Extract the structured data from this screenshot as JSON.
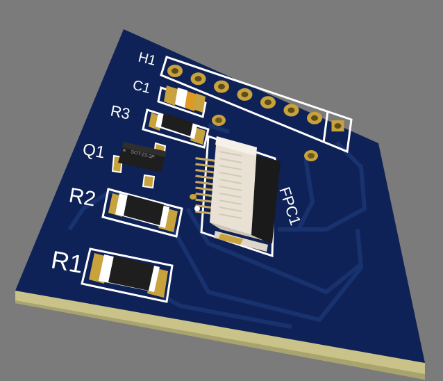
{
  "scene": {
    "description_label": "",
    "colors": {
      "background": "#7b7b7b",
      "board_top": "#0f2258",
      "board_edge": "#c9c38a",
      "silkscreen": "#ffffff",
      "copper_pad": "#c8a23c",
      "trace": "#1d3570",
      "connector_body": "#e9e2d4",
      "connector_dark": "#1a1a1a",
      "component_black": "#1e1e1e"
    }
  },
  "designators": {
    "h1": "H1",
    "c1": "C1",
    "r3": "R3",
    "q1": "Q1",
    "r2": "R2",
    "r1": "R1",
    "fpc1": "FPC1"
  },
  "q1_marking": "SOT-23-3P",
  "header_pin_count": 8
}
